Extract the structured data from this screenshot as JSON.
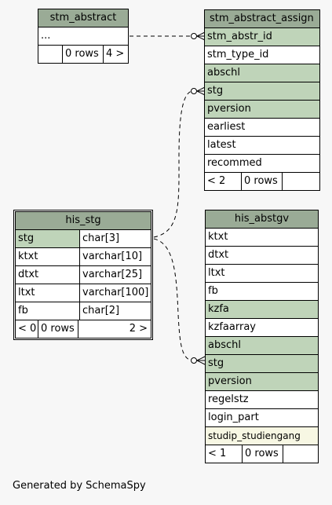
{
  "tables": {
    "stm_abstract": {
      "title": "stm_abstract",
      "rows": [
        "..."
      ],
      "footer": [
        "",
        "0 rows",
        "4 >"
      ]
    },
    "stm_abstract_assign": {
      "title": "stm_abstract_assign",
      "rows": [
        {
          "name": "stm_abstr_id",
          "key": true
        },
        {
          "name": "stm_type_id",
          "key": false
        },
        {
          "name": "abschl",
          "key": true
        },
        {
          "name": "stg",
          "key": true
        },
        {
          "name": "pversion",
          "key": true
        },
        {
          "name": "earliest",
          "key": false
        },
        {
          "name": "latest",
          "key": false
        },
        {
          "name": "recommed",
          "key": false
        }
      ],
      "footer": [
        "< 2",
        "0 rows",
        ""
      ]
    },
    "his_stg": {
      "title": "his_stg",
      "rows": [
        {
          "name": "stg",
          "type": "char[3]",
          "key": true
        },
        {
          "name": "ktxt",
          "type": "varchar[10]",
          "key": false
        },
        {
          "name": "dtxt",
          "type": "varchar[25]",
          "key": false
        },
        {
          "name": "ltxt",
          "type": "varchar[100]",
          "key": false
        },
        {
          "name": "fb",
          "type": "char[2]",
          "key": false
        }
      ],
      "footer": [
        "< 0",
        "0 rows",
        "2 >"
      ]
    },
    "his_abstgv": {
      "title": "his_abstgv",
      "rows": [
        {
          "name": "ktxt",
          "key": false
        },
        {
          "name": "dtxt",
          "key": false
        },
        {
          "name": "ltxt",
          "key": false
        },
        {
          "name": "fb",
          "key": false
        },
        {
          "name": "kzfa",
          "key": true
        },
        {
          "name": "kzfaarray",
          "key": false
        },
        {
          "name": "abschl",
          "key": true
        },
        {
          "name": "stg",
          "key": true
        },
        {
          "name": "pversion",
          "key": true
        },
        {
          "name": "regelstz",
          "key": false
        },
        {
          "name": "login_part",
          "key": false
        },
        {
          "name": "studip_studiengang",
          "key": false,
          "highlight": true
        }
      ],
      "footer": [
        "< 1",
        "0 rows",
        ""
      ]
    }
  },
  "footer_text": "Generated by SchemaSpy",
  "colors": {
    "header": "#9aab96",
    "key_column": "#bfd4b9",
    "highlight_column": "#f7f7e3",
    "background": "#f7f7f7"
  }
}
